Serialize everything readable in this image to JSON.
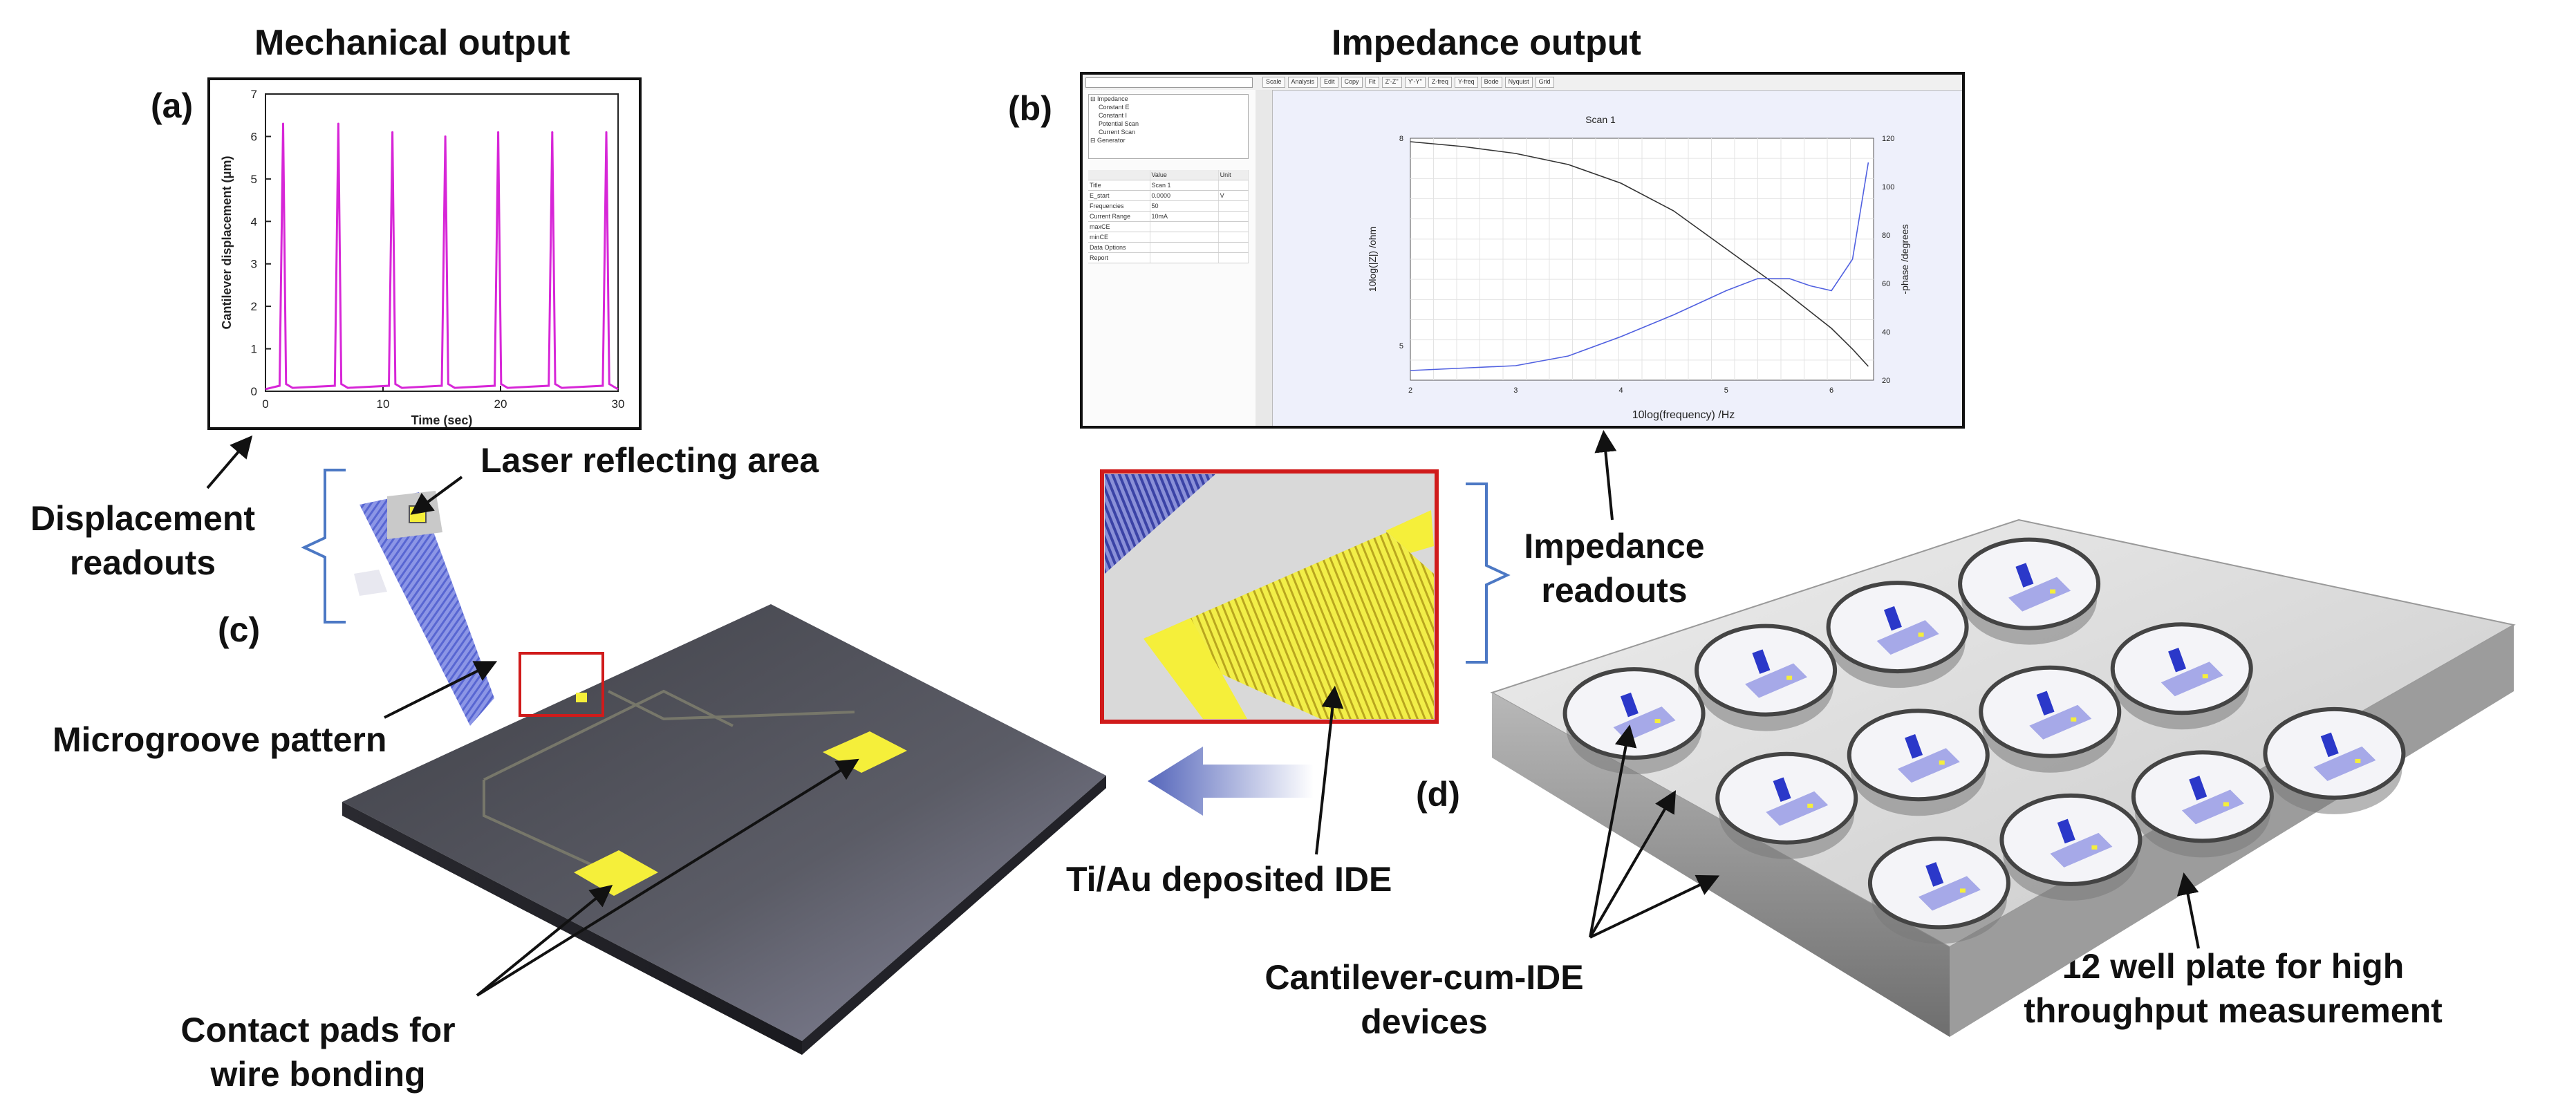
{
  "headings": {
    "mechanical": "Mechanical output",
    "impedance": "Impedance output"
  },
  "panels": {
    "a": "(a)",
    "b": "(b)",
    "c": "(c)",
    "d": "(d)"
  },
  "labels": {
    "displacement_readouts": [
      "Displacement",
      "readouts"
    ],
    "laser_area": "Laser reflecting area",
    "microgroove": "Microgroove pattern",
    "contact_pads": [
      "Contact pads for",
      "wire bonding"
    ],
    "impedance_readouts": [
      "Impedance",
      "readouts"
    ],
    "ide": "Ti/Au deposited IDE",
    "cantilever_devices": [
      "Cantilever-cum-IDE",
      "devices"
    ],
    "well_plate": [
      "12 well plate for high",
      "throughput measurement"
    ]
  },
  "chart_a": {
    "type": "line",
    "xlabel": "Time (sec)",
    "ylabel": "Cantilever displacement (μm)",
    "xlim": [
      0,
      30
    ],
    "ylim": [
      0,
      7
    ],
    "xticks": [
      "0",
      "10",
      "20",
      "30"
    ],
    "yticks": [
      "0",
      "1",
      "2",
      "3",
      "4",
      "5",
      "6",
      "7"
    ],
    "color": "#d726d7",
    "baseline": 0.05,
    "peaks": [
      {
        "t": 1.5,
        "v": 6.3
      },
      {
        "t": 6.2,
        "v": 6.3
      },
      {
        "t": 10.8,
        "v": 6.1
      },
      {
        "t": 15.3,
        "v": 6.0
      },
      {
        "t": 19.8,
        "v": 6.1
      },
      {
        "t": 24.4,
        "v": 6.1
      },
      {
        "t": 29.0,
        "v": 6.1
      }
    ]
  },
  "chart_b": {
    "type": "line",
    "title": "Scan 1",
    "xlabel": "10log(frequency) /Hz",
    "ylabel_left": "10log(|Z|) /ohm",
    "ylabel_right": "-phase /degrees",
    "xlim": [
      2,
      6.4
    ],
    "ylim_left": [
      4.5,
      8
    ],
    "ylim_right": [
      20,
      120
    ],
    "xticks": [
      "2",
      "3",
      "4",
      "5",
      "6"
    ],
    "yticks_left": [
      "5",
      "8"
    ],
    "yticks_right": [
      "20",
      "40",
      "60",
      "80",
      "100",
      "120"
    ],
    "series": [
      {
        "x": [
          2.0,
          2.5,
          3.0,
          3.5,
          4.0,
          4.5,
          5.0,
          5.5,
          6.0,
          6.2,
          6.35
        ],
        "y": [
          7.95,
          7.88,
          7.78,
          7.62,
          7.35,
          6.95,
          6.4,
          5.85,
          5.25,
          4.95,
          4.7
        ],
        "axis": "left",
        "color": "#333333"
      },
      {
        "x": [
          2.0,
          2.5,
          3.0,
          3.5,
          4.0,
          4.5,
          5.0,
          5.3,
          5.6,
          5.8,
          6.0,
          6.2,
          6.35
        ],
        "y": [
          24,
          25,
          26,
          30,
          38,
          47,
          57,
          62,
          62,
          59,
          57,
          70,
          110
        ],
        "axis": "right",
        "color": "#5060e0"
      }
    ],
    "tree_items": [
      "Impedance",
      "Constant E",
      "Constant I",
      "Potential Scan",
      "Current Scan",
      "Generator"
    ],
    "props_header": [
      "",
      "Value",
      "Unit"
    ],
    "props": [
      [
        "Title",
        "Scan 1",
        ""
      ],
      [
        "E_start",
        "0.0000",
        "V"
      ],
      [
        "Frequencies",
        "50",
        ""
      ],
      [
        "Current Range",
        "10mA",
        ""
      ],
      [
        "maxCE",
        "",
        ""
      ],
      [
        "minCE",
        "",
        ""
      ],
      [
        "Data Options",
        "",
        ""
      ],
      [
        "Report",
        "",
        ""
      ]
    ],
    "toolbar_items": [
      "Scale",
      "Analysis",
      "Edit",
      "Copy",
      "Fit",
      "Z'-Z''",
      "Y'-Y''",
      "Z-freq",
      "Y-freq",
      "Bode",
      "Nyquist",
      "Grid"
    ]
  }
}
